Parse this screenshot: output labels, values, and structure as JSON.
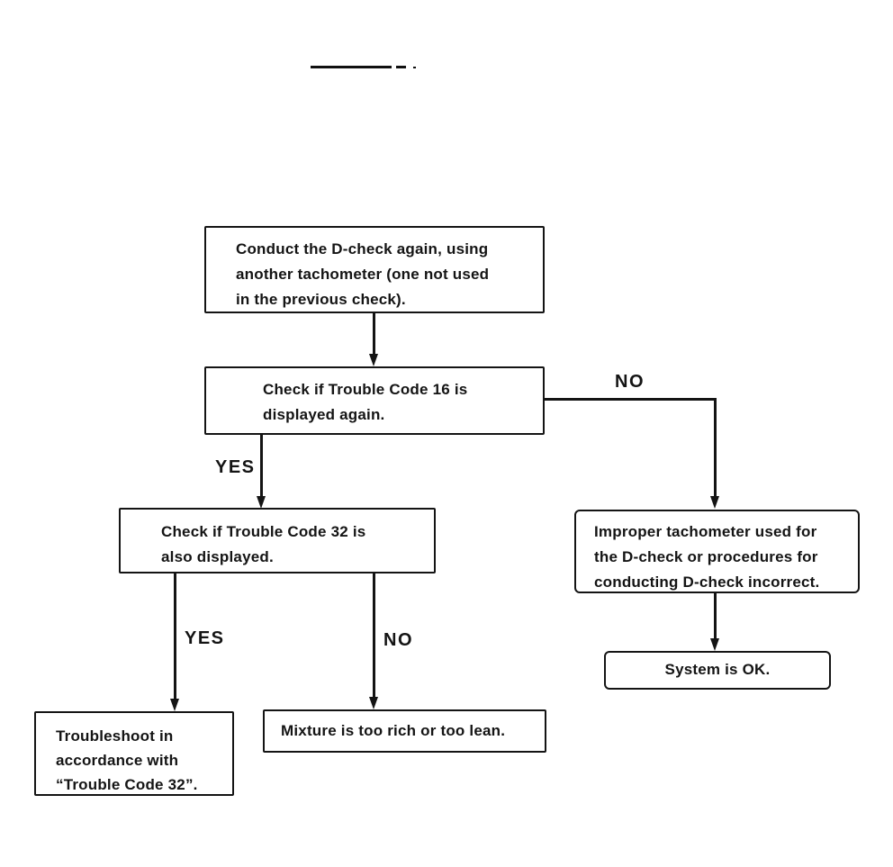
{
  "colors": {
    "background": "#ffffff",
    "ink": "#141414"
  },
  "icons": {
    "arrowhead_down": "css-triangle-down"
  },
  "flowchart": {
    "nodes": [
      {
        "id": "conduct-d-check",
        "lines": [
          "Conduct the D-check again, using",
          "another tachometer (one not used",
          "in the previous check)."
        ]
      },
      {
        "id": "check-code-16",
        "lines": [
          "Check if Trouble Code 16 is",
          "displayed again."
        ]
      },
      {
        "id": "check-code-32",
        "lines": [
          "Check if Trouble Code 32 is",
          "also displayed."
        ]
      },
      {
        "id": "improper-tachometer",
        "lines": [
          "Improper tachometer used for",
          "the D-check or procedures for",
          "conducting D-check incorrect."
        ]
      },
      {
        "id": "system-ok",
        "lines": [
          "System is OK."
        ]
      },
      {
        "id": "troubleshoot-code-32",
        "lines": [
          "Troubleshoot in",
          "accordance with",
          "“Trouble Code 32”."
        ]
      },
      {
        "id": "mixture-rich-lean",
        "lines": [
          "Mixture is too rich or too lean."
        ]
      }
    ],
    "edge_labels": {
      "no_code16": "NO",
      "yes_code16": "YES",
      "yes_code32": "YES",
      "no_code32": "NO"
    }
  }
}
